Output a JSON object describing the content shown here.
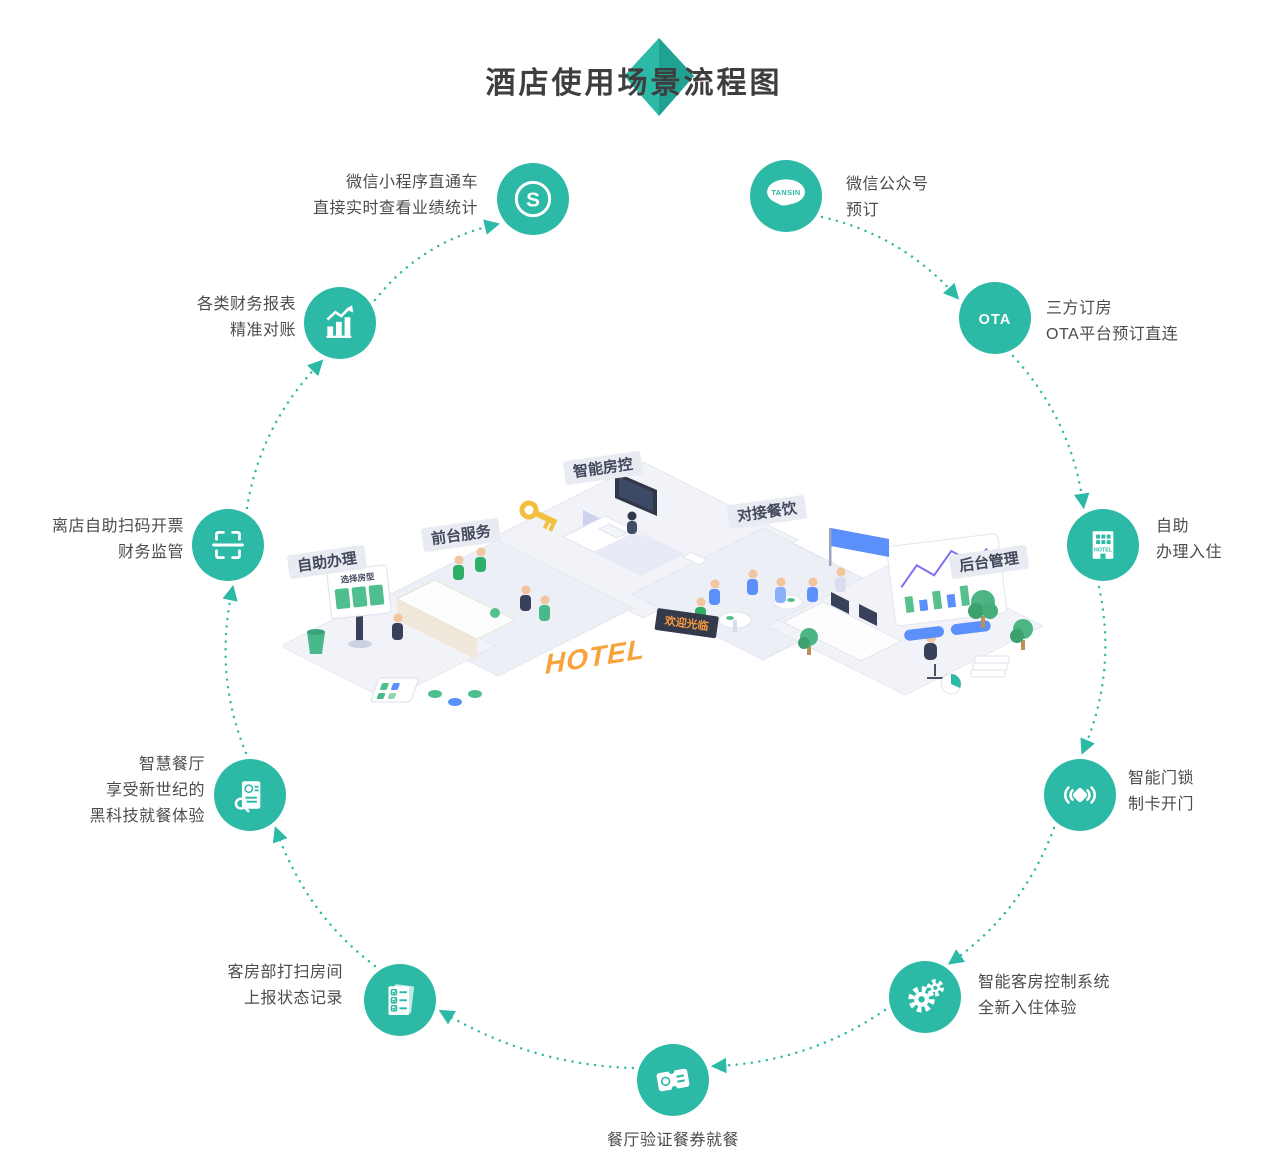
{
  "title": "酒店使用场景流程图",
  "theme": {
    "accent": "#2cb9a6",
    "accent_dark": "#1fa292",
    "label_color": "#4c4c4c",
    "title_color": "#3e3e3e",
    "hotel_orange": "#f7a23b",
    "illustration_bg": "#f0f1f7"
  },
  "nodes": [
    {
      "id": "wechat-official-account",
      "icon": "tansin-logo-icon",
      "icon_text": "TANSIN",
      "label": "微信公众号\n预订"
    },
    {
      "id": "ota-booking",
      "icon": "ota-icon",
      "icon_text": "OTA",
      "label": "三方订房\nOTA平台预订直连"
    },
    {
      "id": "self-checkin",
      "icon": "hotel-building-icon",
      "icon_text": "HOTEL",
      "label": "自助\n办理入住"
    },
    {
      "id": "smart-door-lock",
      "icon": "door-lock-icon",
      "label": "智能门锁\n制卡开门"
    },
    {
      "id": "room-control-system",
      "icon": "gear-icon",
      "label": "智能客房控制系统\n全新入住体验"
    },
    {
      "id": "meal-voucher",
      "icon": "ticket-icon",
      "label": "餐厅验证餐券就餐"
    },
    {
      "id": "housekeeping",
      "icon": "checklist-icon",
      "label": "客房部打扫房间\n上报状态记录"
    },
    {
      "id": "smart-restaurant",
      "icon": "menu-icon",
      "label": "智慧餐厅\n享受新世纪的\n黑科技就餐体验"
    },
    {
      "id": "scan-invoice",
      "icon": "qr-scan-icon",
      "label": "离店自助扫码开票\n财务监管"
    },
    {
      "id": "financial-reports",
      "icon": "bar-chart-icon",
      "label": "各类财务报表\n精准对账"
    },
    {
      "id": "wechat-mini-program",
      "icon": "s-logo-icon",
      "icon_text": "S",
      "label": "微信小程序直通车\n直接实时查看业绩统计"
    }
  ],
  "illustration": {
    "signs": [
      "自助办理",
      "前台服务",
      "智能房控",
      "对接餐饮",
      "后台管理"
    ],
    "kiosk_screen_title": "选择房型",
    "welcome_sign": "欢迎光临",
    "floor_text": "HOTEL"
  }
}
